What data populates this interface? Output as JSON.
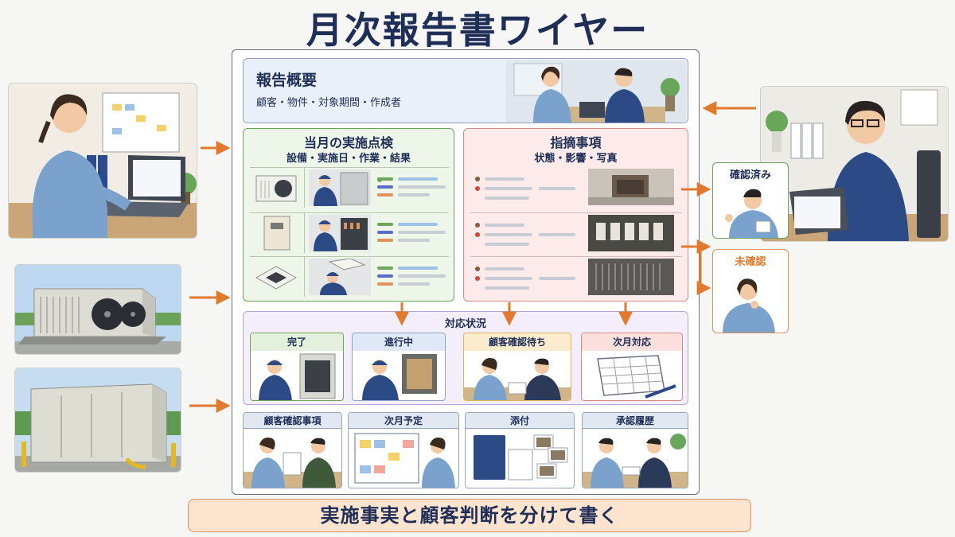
{
  "title": "月次報告書ワイヤー",
  "overview": {
    "heading": "報告概要",
    "items": "顧客・物件・対象期間・作成者"
  },
  "inspection": {
    "heading": "当月の実施点検",
    "subtitle": "設備・実施日・作業・結果"
  },
  "findings": {
    "heading": "指摘事項",
    "subtitle": "状態・影響・写真"
  },
  "status": {
    "label": "対応状況",
    "cards": [
      {
        "label": "完了",
        "color": "#e3f1dc"
      },
      {
        "label": "進行中",
        "color": "#dfe8f7"
      },
      {
        "label": "顧客確認待ち",
        "color": "#fbeccd"
      },
      {
        "label": "次月対応",
        "color": "#fbe0dd"
      }
    ]
  },
  "bottom_cards": [
    "顧客確認事項",
    "次月予定",
    "添付",
    "承認履歴"
  ],
  "customer": {
    "confirmed": "確認済み",
    "unconfirmed": "未確認"
  },
  "tagline": "実施事実と顧客判断を分けて書く",
  "colors": {
    "accent_arrow": "#e07a2e",
    "navy": "#1e2e57",
    "green": "#6ea45e",
    "red": "#d88a86"
  }
}
